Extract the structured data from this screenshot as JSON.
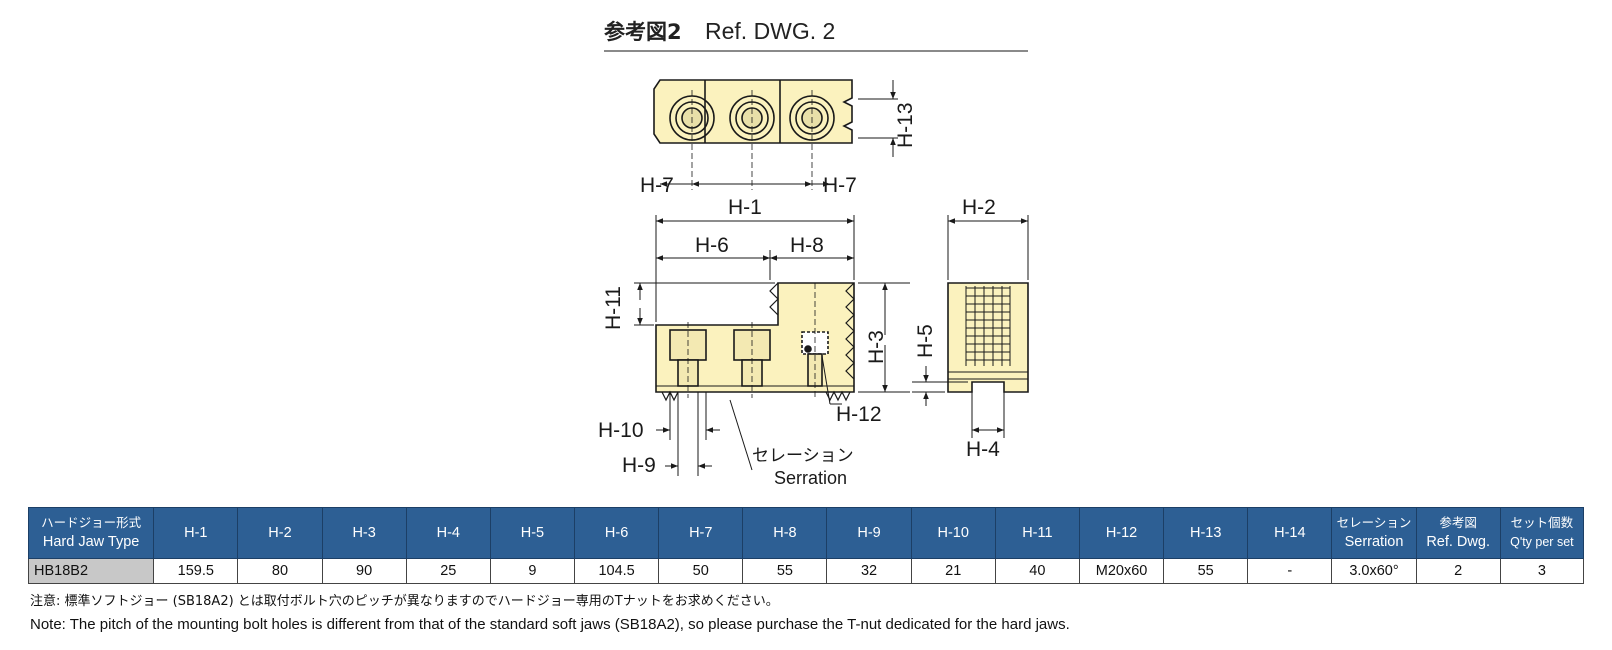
{
  "drawing": {
    "title_ja": "参考図2",
    "title_en": "Ref. DWG. 2",
    "dimension_labels": {
      "h1": "H-1",
      "h2": "H-2",
      "h3": "H-3",
      "h4": "H-4",
      "h5": "H-5",
      "h6": "H-6",
      "h7": "H-7",
      "h8": "H-8",
      "h9": "H-9",
      "h10": "H-10",
      "h11": "H-11",
      "h12": "H-12",
      "h13": "H-13"
    },
    "serration_label_ja": "セレーション",
    "serration_label_en": "Serration",
    "colors": {
      "body_fill": "#fbf2be",
      "outline": "#1a1a1a",
      "header_bg": "#2d5f94"
    }
  },
  "table": {
    "headers": [
      {
        "ja": "ハードジョー形式",
        "en": "Hard Jaw Type"
      },
      {
        "ja": "",
        "en": "H-1"
      },
      {
        "ja": "",
        "en": "H-2"
      },
      {
        "ja": "",
        "en": "H-3"
      },
      {
        "ja": "",
        "en": "H-4"
      },
      {
        "ja": "",
        "en": "H-5"
      },
      {
        "ja": "",
        "en": "H-6"
      },
      {
        "ja": "",
        "en": "H-7"
      },
      {
        "ja": "",
        "en": "H-8"
      },
      {
        "ja": "",
        "en": "H-9"
      },
      {
        "ja": "",
        "en": "H-10"
      },
      {
        "ja": "",
        "en": "H-11"
      },
      {
        "ja": "",
        "en": "H-12"
      },
      {
        "ja": "",
        "en": "H-13"
      },
      {
        "ja": "",
        "en": "H-14"
      },
      {
        "ja": "セレーション",
        "en": "Serration"
      },
      {
        "ja": "参考図",
        "en": "Ref. Dwg."
      },
      {
        "ja": "セット個数",
        "en": "Q'ty per set"
      }
    ],
    "rows": [
      [
        "HB18B2",
        "159.5",
        "80",
        "90",
        "25",
        "9",
        "104.5",
        "50",
        "55",
        "32",
        "21",
        "40",
        "M20x60",
        "55",
        "-",
        "3.0x60°",
        "2",
        "3"
      ]
    ]
  },
  "notes": {
    "ja": "注意: 標準ソフトジョー (SB18A2) とは取付ボルト穴のピッチが異なりますのでハードジョー専用のTナットをお求めください。",
    "en": "Note: The pitch of the mounting bolt holes is different from that of the standard soft jaws (SB18A2), so please purchase the T-nut dedicated for the hard jaws."
  }
}
